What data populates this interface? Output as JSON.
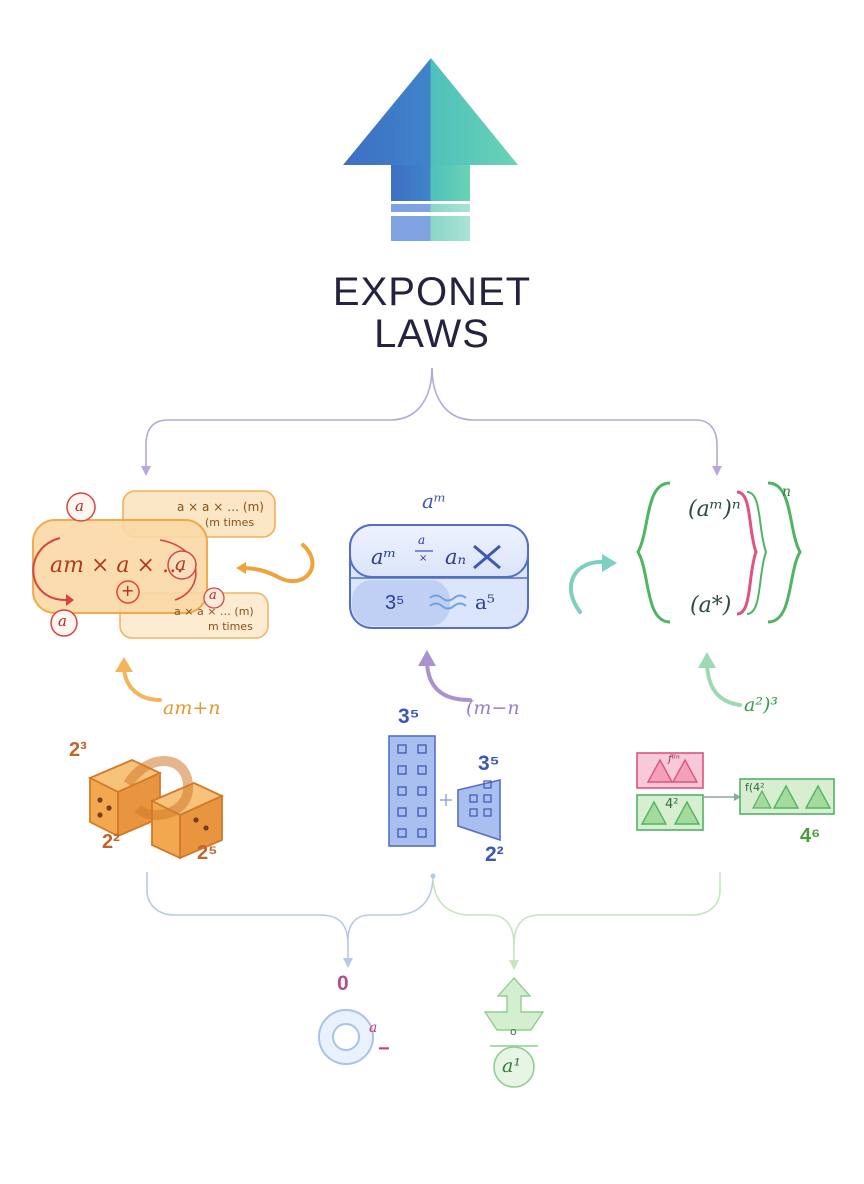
{
  "title": {
    "line1": "EXPONET",
    "line2": "LAWS"
  },
  "colors": {
    "orange": "#f0a33a",
    "red": "#d9443f",
    "blue": "#5470c6",
    "blueFill": "#dce6fb",
    "green": "#4fb463",
    "pink": "#e0527f",
    "purple": "#a892d0",
    "teal": "#4fc2b4"
  },
  "product_panel": {
    "main_expr": "am × a × … ",
    "a_symbol": "a",
    "plus_symbol": "+",
    "card_top_line1": "a × a × … (m)",
    "card_top_line2": "(m times",
    "card_bottom_line1": "a × a × … (m)",
    "card_bottom_line2": "m times",
    "rule_label": "am+n",
    "example_top": "2³",
    "example_left": "2²",
    "example_right": "2⁵"
  },
  "quotient_panel": {
    "header": "aᵐ",
    "top_left": "aᵐ",
    "fraction_num": "a",
    "fraction_den": "×",
    "top_right": "aₙ",
    "bottom_left": "3⁵",
    "bottom_right": "a⁵",
    "rule_label": "(m−n",
    "example_top": "3⁵",
    "example_right_top": "3⁵",
    "example_right_bottom": "2²"
  },
  "power_panel": {
    "outer_exp": "n",
    "top_expr": "(aᵐ)ⁿ",
    "bottom_expr": "(a*)",
    "rule_label": "a²)³",
    "pink_box_label": "f⁶ⁿ",
    "green_box_label": "4²",
    "result_box_label": "f(4²",
    "result_label": "4⁶"
  },
  "zero_node": {
    "label": "0",
    "side_label": "a",
    "minus": "−"
  },
  "negative_node": {
    "fraction_num": "o",
    "circle_label": "a¹"
  }
}
